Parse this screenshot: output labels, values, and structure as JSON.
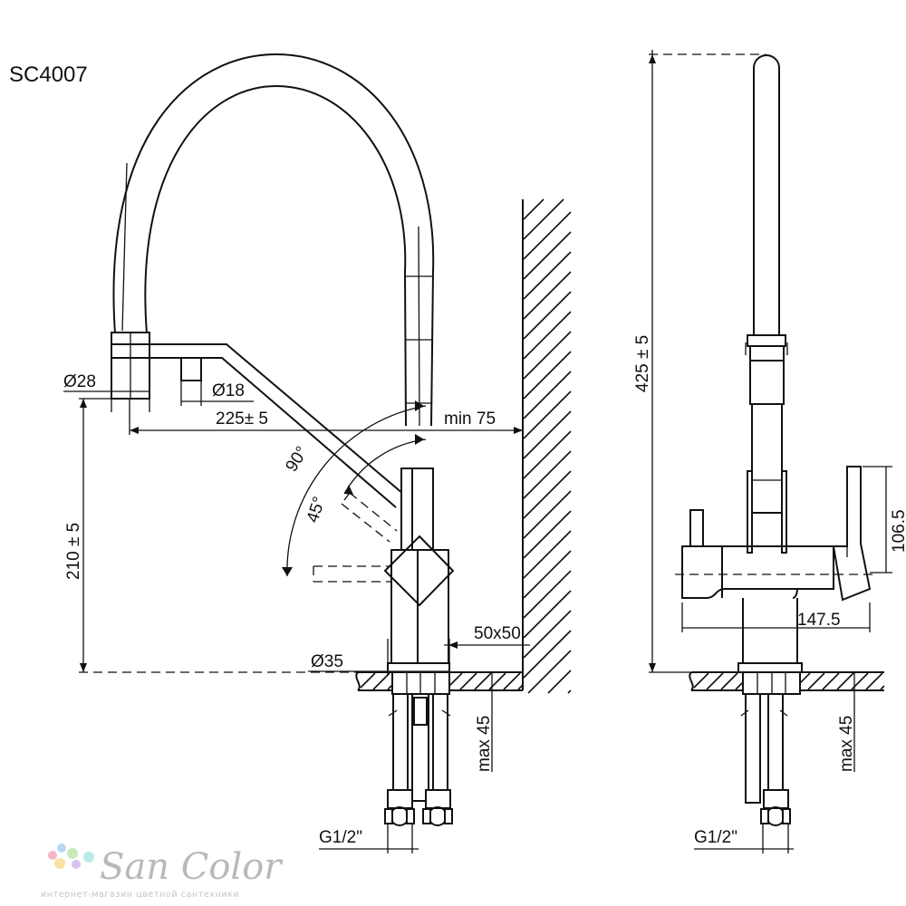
{
  "model": "SC4007",
  "dimensions": {
    "d28": "Ø28",
    "d18": "Ø18",
    "reach": "225± 5",
    "wall": "min 75",
    "a90": "90°",
    "a45": "45°",
    "height_spout": "210 ± 5",
    "tube": "50x50",
    "d35": "Ø35",
    "max45": "max 45",
    "g12": "G1/2\"",
    "total_height": "425 ± 5",
    "handle_height": "106.5",
    "body_width": "147.5"
  },
  "logo": {
    "name": "San Color",
    "tagline": "интернет-магазин цветной сантехники",
    "dot_colors": [
      "#f4b6c8",
      "#b9d7f2",
      "#c8e9b8",
      "#f7e3a3",
      "#d9c1f0",
      "#b9ece6"
    ]
  }
}
